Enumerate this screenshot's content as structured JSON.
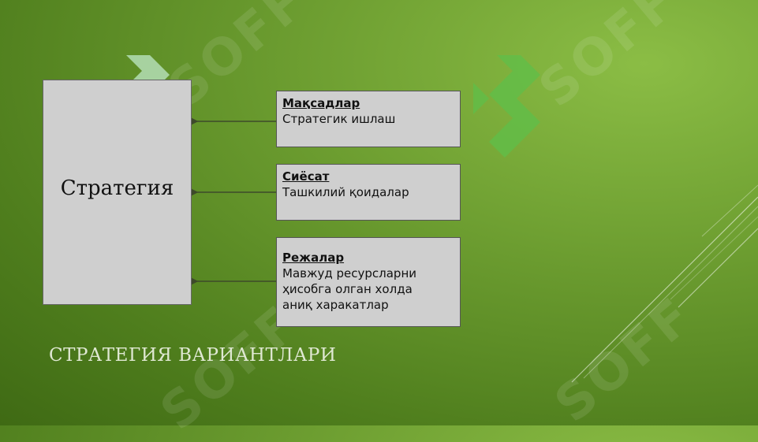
{
  "diagram": {
    "strategy_label": "Стратегия",
    "items": [
      {
        "title": "Мақсадлар",
        "text": "Стратегик ишлаш"
      },
      {
        "title": "Сиёсат",
        "text": "Ташкилий қоидалар"
      },
      {
        "title": "Режалар",
        "text": "Мавжуд ресурсларни\nҳисобга олган холда\nаниқ харакатлар"
      }
    ]
  },
  "slide": {
    "title": "СТРАТЕГИЯ ВАРИАНТЛАРИ"
  },
  "watermark": {
    "text": "SOFF"
  },
  "colors": {
    "background": "#6fa032",
    "box_fill": "#cfcfcf",
    "arrow": "#3d4a2a",
    "logo": "#bfe8c8"
  }
}
